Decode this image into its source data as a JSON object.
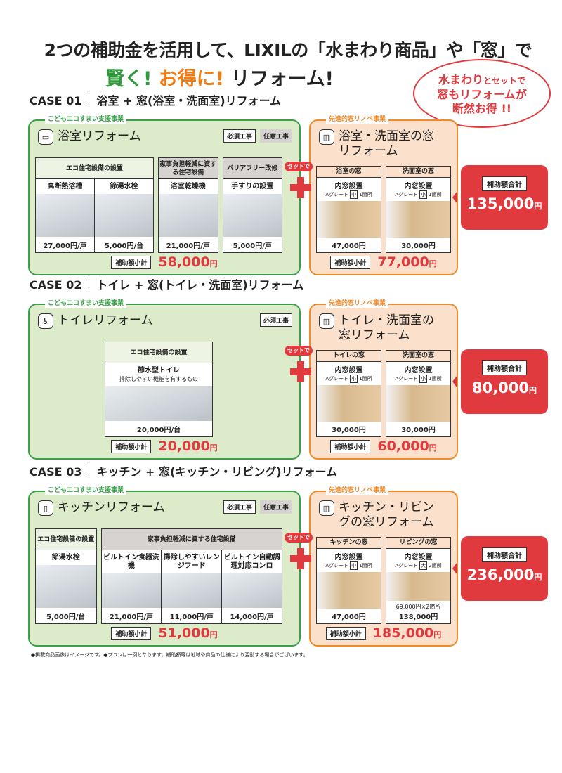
{
  "header": {
    "line1": "2つの補助金を活用して、LIXILの「水まわり商品」や「窓」で",
    "line2_green": "賢く!",
    "line2_orange": "お得に!",
    "line2_black": "リフォーム!"
  },
  "bubble": {
    "line1a": "水まわり",
    "line1b": "とセットで",
    "line2": "窓もリフォームが",
    "line3": "断然お得 !!"
  },
  "common": {
    "eco_tag": "こどもエコすまい支援事業",
    "window_tag": "先進的窓リノベ事業",
    "required": "必須工事",
    "optional": "任意工事",
    "subtotal_label": "補助額小計",
    "total_label": "補助額合計",
    "set_label": "セットで",
    "yen": "円"
  },
  "cases": [
    {
      "num": "CASE 01",
      "title": "浴室 + 窓(浴室・洗面室)リフォーム",
      "eco_title": "浴室リフォーム",
      "eco_icon": "bathtub-icon",
      "has_optional": true,
      "groups": [
        {
          "header": "エコ住宅設備の設置",
          "optional": false,
          "items": [
            {
              "name": "高断熱浴槽",
              "price": "27,000円/戸"
            },
            {
              "name": "節湯水栓",
              "price": "5,000円/台"
            }
          ]
        },
        {
          "header": "家事負担軽減に資する住宅設備",
          "optional": true,
          "items": [
            {
              "name": "浴室乾燥機",
              "price": "21,000円/戸"
            }
          ]
        },
        {
          "header": "バリアフリー改修",
          "optional": true,
          "items": [
            {
              "name": "手すりの設置",
              "price": "5,000円/戸"
            }
          ]
        }
      ],
      "eco_subtotal": "58,000",
      "window_title": "浴室・洗面室の窓リフォーム",
      "windows": [
        {
          "header": "浴室の窓",
          "name": "内窓設置",
          "grade": "Aグレード",
          "size": "中",
          "count": "1箇所",
          "price": "47,000円"
        },
        {
          "header": "洗面室の窓",
          "name": "内窓設置",
          "grade": "Aグレード",
          "size": "小",
          "count": "1箇所",
          "price": "30,000円"
        }
      ],
      "window_subtotal": "77,000",
      "total": "135,000"
    },
    {
      "num": "CASE 02",
      "title": "トイレ + 窓(トイレ・洗面室)リフォーム",
      "eco_title": "トイレリフォーム",
      "eco_icon": "toilet-icon",
      "has_optional": false,
      "groups": [
        {
          "header": "エコ住宅設備の設置",
          "optional": false,
          "items": [
            {
              "name": "節水型トイレ",
              "sub": "掃除しやすい機能を有するもの",
              "price": "20,000円/台"
            }
          ]
        }
      ],
      "eco_subtotal": "20,000",
      "window_title": "トイレ・洗面室の窓リフォーム",
      "windows": [
        {
          "header": "トイレの窓",
          "name": "内窓設置",
          "grade": "Aグレード",
          "size": "小",
          "count": "1箇所",
          "price": "30,000円"
        },
        {
          "header": "洗面室の窓",
          "name": "内窓設置",
          "grade": "Aグレード",
          "size": "小",
          "count": "1箇所",
          "price": "30,000円"
        }
      ],
      "window_subtotal": "60,000",
      "total": "80,000"
    },
    {
      "num": "CASE 03",
      "title": "キッチン + 窓(キッチン・リビング)リフォーム",
      "eco_title": "キッチンリフォーム",
      "eco_icon": "kitchen-icon",
      "has_optional": true,
      "groups": [
        {
          "header": "エコ住宅設備の設置",
          "optional": false,
          "items": [
            {
              "name": "節湯水栓",
              "price": "5,000円/台"
            }
          ]
        },
        {
          "header": "家事負担軽減に資する住宅設備",
          "optional": true,
          "items": [
            {
              "name": "ビルトイン食器洗機",
              "price": "21,000円/戸"
            },
            {
              "name": "掃除しやすいレンジフード",
              "price": "11,000円/戸"
            },
            {
              "name": "ビルトイン自動調理対応コンロ",
              "price": "14,000円/戸"
            }
          ]
        }
      ],
      "eco_subtotal": "51,000",
      "window_title": "キッチン・リビングの窓リフォーム",
      "windows": [
        {
          "header": "キッチンの窓",
          "name": "内窓設置",
          "grade": "Aグレード",
          "size": "中",
          "count": "1箇所",
          "price": "47,000円"
        },
        {
          "header": "リビングの窓",
          "name": "内窓設置",
          "grade": "Aグレード",
          "size": "大",
          "count": "2箇所",
          "note": "69,000円×2箇所",
          "price": "138,000円"
        }
      ],
      "window_subtotal": "185,000",
      "total": "236,000"
    }
  ],
  "footnote": "●掲載商品画像はイメージです。●プランは一例となります。補助額等は地域や商品の仕様により変動する場合がございます。"
}
